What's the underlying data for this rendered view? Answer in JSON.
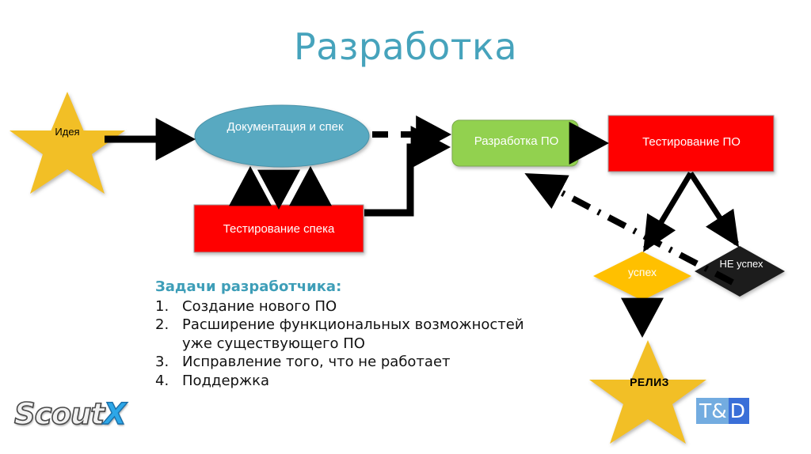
{
  "slide": {
    "title": "Разработка",
    "background_color": "#FFFFFF",
    "accent_color": "#46A3BC"
  },
  "diagram": {
    "nodes": [
      {
        "id": "idea",
        "shape": "star",
        "label": "Идея",
        "fill": "#F2BF28",
        "text_color": "#000000"
      },
      {
        "id": "doc-spec",
        "shape": "ellipse",
        "label": "Документация и спек",
        "fill": "#59A9C1",
        "text_color": "#FFFFFF"
      },
      {
        "id": "spec-test",
        "shape": "rect",
        "label": "Тестирование спека",
        "fill": "#FF0000",
        "text_color": "#FFFFFF"
      },
      {
        "id": "dev-po",
        "shape": "round-rect",
        "label": "Разработка ПО",
        "fill": "#92D14F",
        "text_color": "#FFFFFF"
      },
      {
        "id": "test-po",
        "shape": "rect",
        "label": "Тестирование ПО",
        "fill": "#FF0000",
        "text_color": "#FFFFFF"
      },
      {
        "id": "success",
        "shape": "diamond",
        "label": "успех",
        "fill": "#FFC000",
        "text_color": "#FFFFFF"
      },
      {
        "id": "fail",
        "shape": "diamond",
        "label": "НЕ успех",
        "fill": "#1A1A1A",
        "text_color": "#FFFFFF"
      },
      {
        "id": "release",
        "shape": "star",
        "label": "РЕЛИЗ",
        "fill": "#F2BF28",
        "text_color": "#000000"
      }
    ],
    "edges": [
      {
        "from": "idea",
        "to": "doc-spec",
        "style": "solid"
      },
      {
        "from": "doc-spec",
        "to": "dev-po",
        "style": "dashed"
      },
      {
        "from": "spec-test",
        "to": "doc-spec",
        "style": "solid"
      },
      {
        "from": "doc-spec",
        "to": "spec-test",
        "style": "solid"
      },
      {
        "from": "spec-test",
        "to": "dev-po",
        "style": "solid-elbow"
      },
      {
        "from": "dev-po",
        "to": "test-po",
        "style": "solid"
      },
      {
        "from": "test-po",
        "to": "success",
        "style": "solid"
      },
      {
        "from": "test-po",
        "to": "fail",
        "style": "solid"
      },
      {
        "from": "fail",
        "to": "dev-po",
        "style": "dash-dot"
      },
      {
        "from": "success",
        "to": "release",
        "style": "solid"
      }
    ]
  },
  "tasks": {
    "heading": "Задачи разработчика:",
    "items": [
      {
        "num": "1.",
        "text": "Создание нового ПО"
      },
      {
        "num": "2.",
        "text": "Расширение функциональных возможностей уже существующего ПО"
      },
      {
        "num": "3.",
        "text": "Исправление того, что не работает"
      },
      {
        "num": "4.",
        "text": "Поддержка"
      }
    ]
  },
  "branding": {
    "scoutx_word": "Scout",
    "scoutx_x": "X",
    "td_left": "T&",
    "td_right": "D"
  }
}
